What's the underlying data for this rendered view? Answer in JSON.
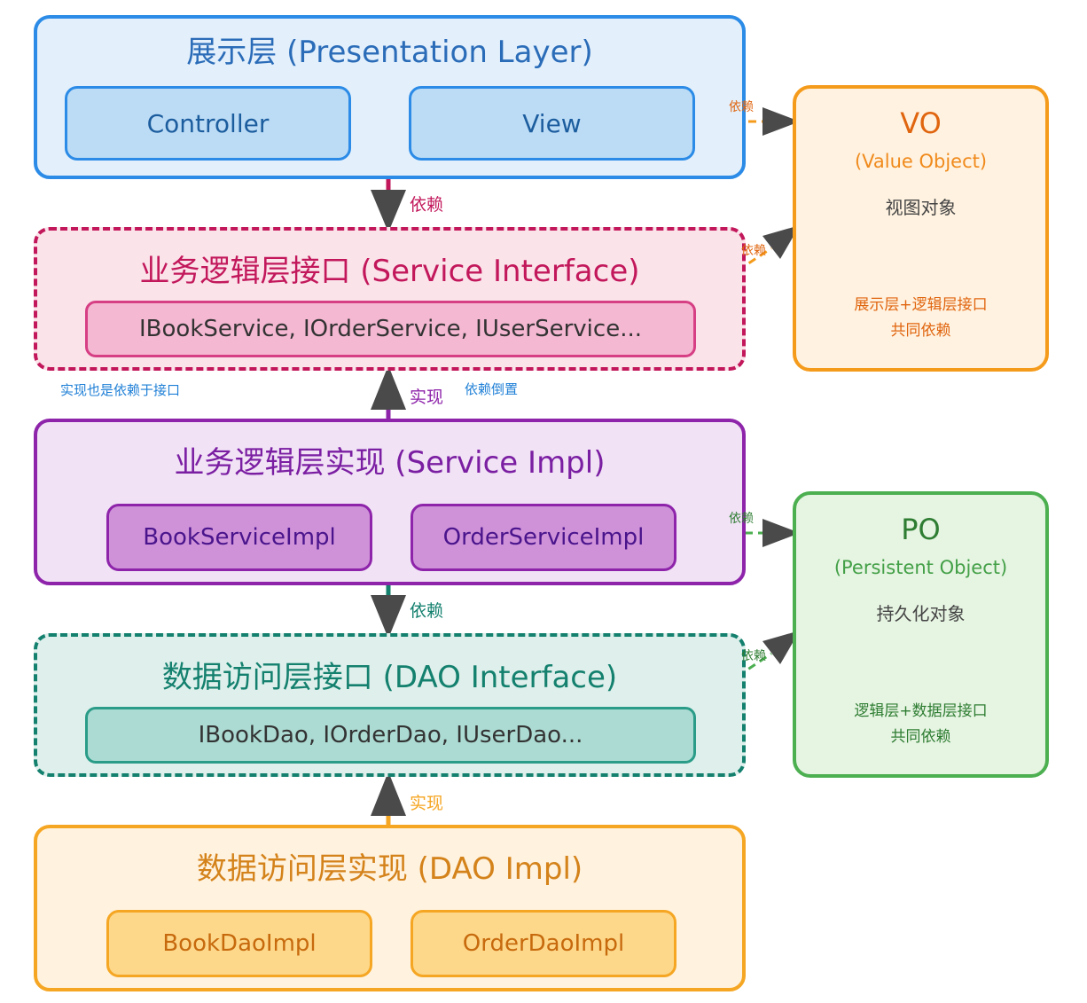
{
  "presentation": {
    "title": "展示层 (Presentation Layer)",
    "items": [
      "Controller",
      "View"
    ]
  },
  "service_interface": {
    "title": "业务逻辑层接口 (Service Interface)",
    "content": "IBookService, IOrderService, IUserService..."
  },
  "service_impl": {
    "title": "业务逻辑层实现 (Service Impl)",
    "items": [
      "BookServiceImpl",
      "OrderServiceImpl"
    ]
  },
  "dao_interface": {
    "title": "数据访问层接口 (DAO Interface)",
    "content": "IBookDao, IOrderDao, IUserDao..."
  },
  "dao_impl": {
    "title": "数据访问层实现 (DAO Impl)",
    "items": [
      "BookDaoImpl",
      "OrderDaoImpl"
    ]
  },
  "vo": {
    "title": "VO",
    "subtitle": "(Value Object)",
    "chinese": "视图对象",
    "note_line1": "展示层+逻辑层接口",
    "note_line2": "共同依赖"
  },
  "po": {
    "title": "PO",
    "subtitle": "(Persistent Object)",
    "chinese": "持久化对象",
    "note_line1": "逻辑层+数据层接口",
    "note_line2": "共同依赖"
  },
  "arrows": {
    "depend": "依赖",
    "implement": "实现",
    "depend_vo_view": "依赖",
    "depend_vo_service": "依赖",
    "depend_po_impl": "依赖",
    "depend_po_dao": "依赖"
  },
  "notes": {
    "impl_is_depend": "实现也是依赖于接口",
    "dependency_inversion": "依赖倒置"
  },
  "colors": {
    "presentation": "#2b8be6",
    "service_interface": "#c2185b",
    "service_impl": "#8e24aa",
    "dao_interface": "#14806e",
    "dao_impl": "#f5a623",
    "vo": "#f59b1b",
    "po": "#4caf50"
  }
}
